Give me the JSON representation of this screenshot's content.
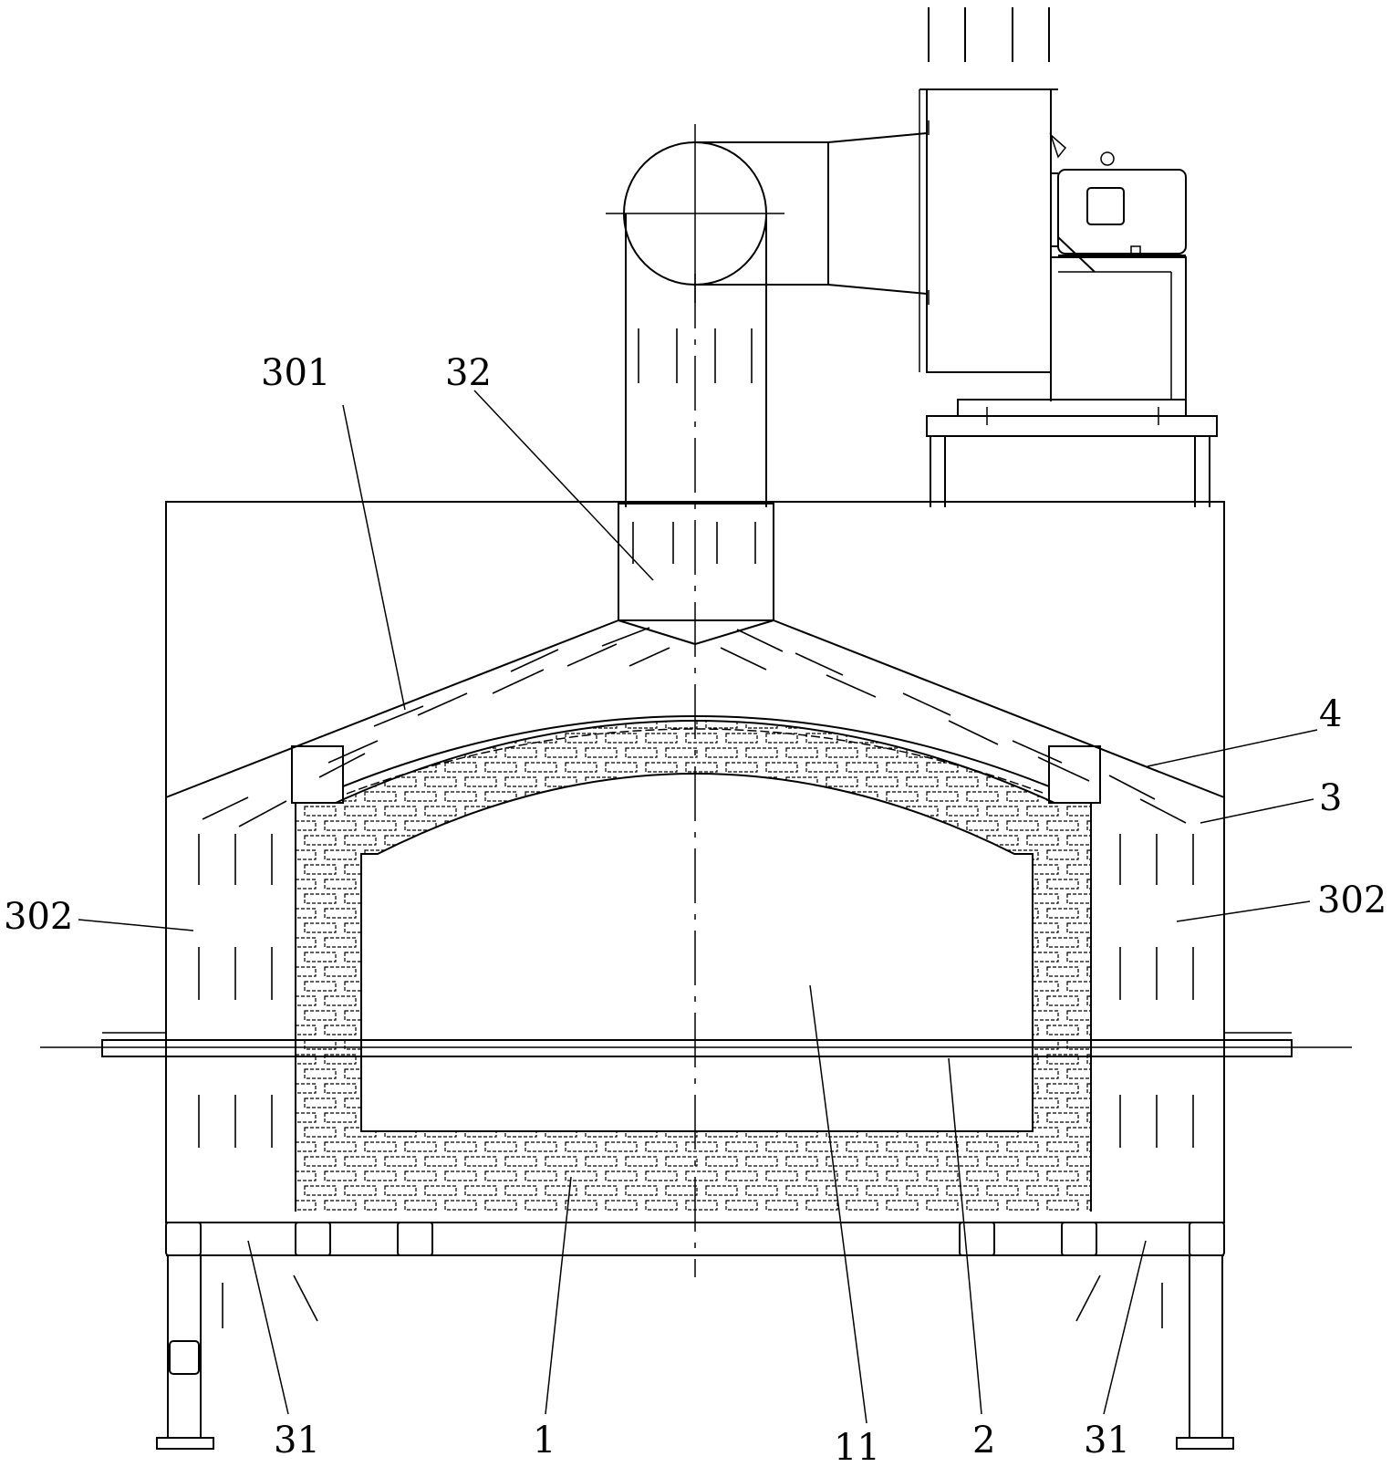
{
  "labels": {
    "l301": "301",
    "l32": "32",
    "l4": "4",
    "l3": "3",
    "l302_left": "302",
    "l302_right": "302",
    "l31_left": "31",
    "l1": "1",
    "l11": "11",
    "l2": "2",
    "l31_right": "31"
  }
}
